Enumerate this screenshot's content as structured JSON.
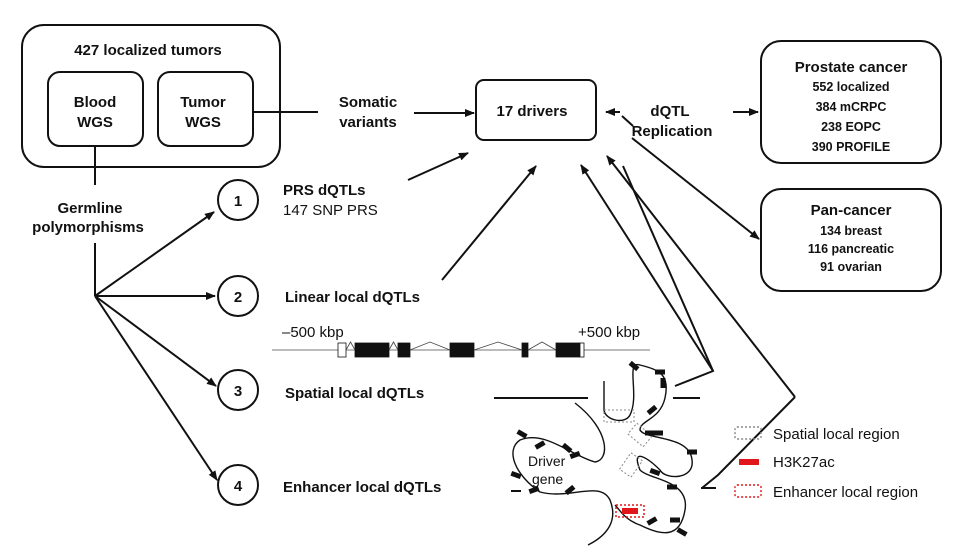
{
  "cohort_box": {
    "title": "427 localized tumors",
    "blood": [
      "Blood",
      "WGS"
    ],
    "tumor": [
      "Tumor",
      "WGS"
    ]
  },
  "somatic_label": [
    "Somatic",
    "variants"
  ],
  "germline_label": [
    "Germline",
    "polymorphisms"
  ],
  "drivers_box": {
    "label": "17 drivers"
  },
  "replication_label": [
    "dQTL",
    "Replication"
  ],
  "prostate_box": {
    "title": "Prostate cancer",
    "items": [
      "552 localized",
      "384 mCRPC",
      "238 EOPC",
      "390 PROFILE"
    ]
  },
  "pancancer_box": {
    "title": "Pan-cancer",
    "items": [
      "134 breast",
      "116 pancreatic",
      "91 ovarian"
    ]
  },
  "analyses": [
    {
      "number": "1",
      "title": "PRS dQTLs",
      "subtitle": "147 SNP PRS"
    },
    {
      "number": "2",
      "title": "Linear local dQTLs"
    },
    {
      "number": "3",
      "title": "Spatial local dQTLs"
    },
    {
      "number": "4",
      "title": "Enhancer local dQTLs"
    }
  ],
  "gene_track": {
    "left_label": "–500 kbp",
    "right_label": "+500 kbp"
  },
  "chromatin": {
    "driver_label": [
      "Driver",
      "gene"
    ]
  },
  "legend": [
    {
      "label": "Spatial local region",
      "style": "dotted-box",
      "color": "#888888"
    },
    {
      "label": "H3K27ac",
      "style": "solid-bar",
      "color": "#e0161b"
    },
    {
      "label": "Enhancer local region",
      "style": "dotted-box",
      "color": "#e0161b"
    }
  ]
}
